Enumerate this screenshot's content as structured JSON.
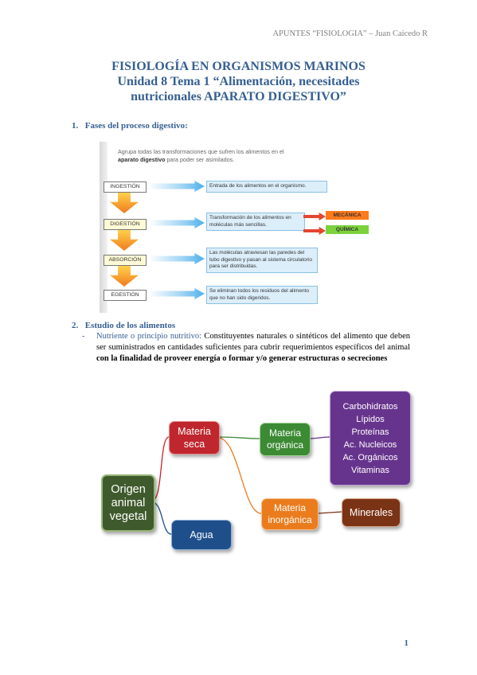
{
  "header": {
    "running_title": "APUNTES “FISIOLOGIA” – Juan Caicedo R"
  },
  "title": {
    "line1": "FISIOLOGÍA EN ORGANISMOS MARINOS",
    "line2": "Unidad 8 Tema 1 “Alimentación, necesitades",
    "line3": "nutricionales APARATO DIGESTIVO”"
  },
  "section1": {
    "number": "1.",
    "heading": "Fases del proceso digestivo:"
  },
  "diagram": {
    "intro_part1": "Agrupa todas las transformaciones que sufren los alimentos en el",
    "intro_bold": "aparato digestivo",
    "intro_part2": " para poder ser asimilados.",
    "phases": [
      {
        "label": "INGESTIÓN",
        "description": "Entrada de los alimentos en el organismo."
      },
      {
        "label": "DIGESTIÓN",
        "description": "Transformación de los alimentos en moléculas más sencillas."
      },
      {
        "label": "ABSORCIÓN",
        "description": "Las moléculas atraviesan las paredes del tubo digestivo y pasan al sistema circulatorio para ser distribuidas."
      },
      {
        "label": "EGESTIÓN",
        "description": "Se eliminan todos los residuos del alimento que no han sido digeridos."
      }
    ],
    "digestion_types": [
      "MECÁNICA",
      "QUÍMICA"
    ]
  },
  "section2": {
    "number": "2.",
    "heading": "Estudio de los alimentos",
    "dash": "-",
    "term": "Nutriente o principio nutritivo:",
    "text": " Constituyentes naturales o sintéticos del alimento que deben ser suministrados en cantidades suficientes para cubrir requerimientos específicos del animal ",
    "bold_text": "con la finalidad de proveer energía o formar y/o generar estructuras o secreciones"
  },
  "smartart": {
    "origen": "Origen animal vegetal",
    "seca": "Materia seca",
    "agua": "Agua",
    "organica": "Materia orgánica",
    "inorganica": "Materia inorgánica",
    "organic_items": [
      "Carbohidratos",
      "Lípidos",
      "Proteínas",
      "Ac. Nucleicos",
      "Ac. Orgánicos",
      "Vitaminas"
    ],
    "minerales": "Minerales",
    "colors": {
      "origen": "#3f5a2c",
      "seca": "#c0262d",
      "agua": "#1e4f8a",
      "organica": "#3c8a34",
      "inorganica": "#ea7c1d",
      "list": "#67348d",
      "minerales": "#7b3315"
    }
  },
  "footer": {
    "page_number": "1"
  }
}
